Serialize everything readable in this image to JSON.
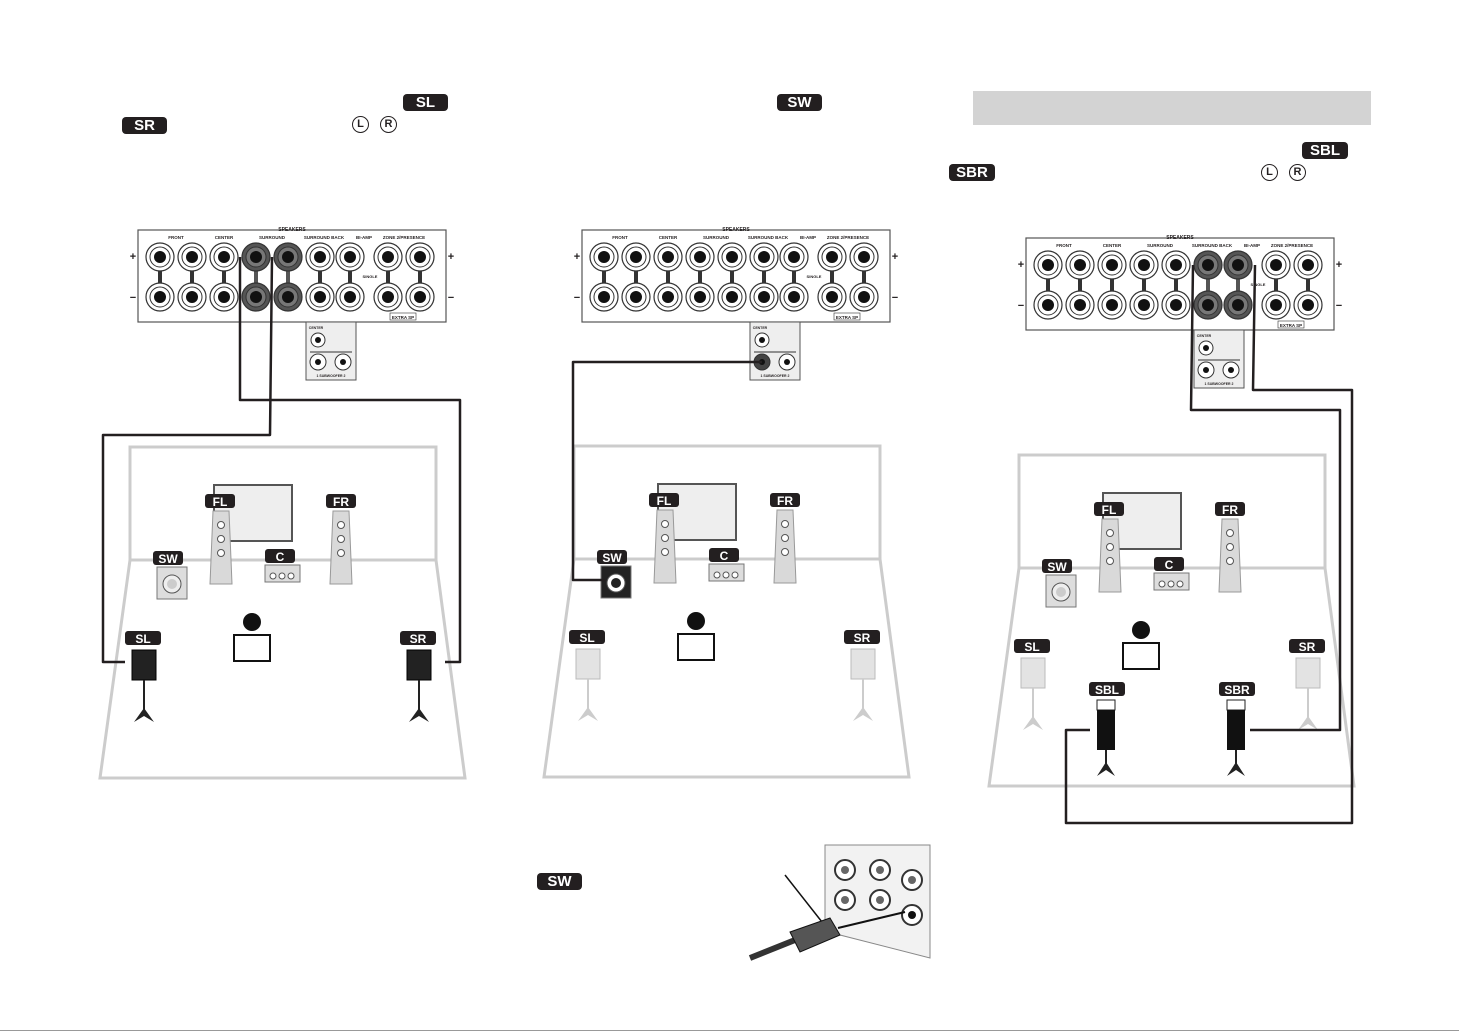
{
  "badges": {
    "sl": "SL",
    "sr": "SR",
    "sw": "SW",
    "sbl": "SBL",
    "sbr": "SBR",
    "sw_bottom": "SW",
    "left": "L",
    "right": "R"
  },
  "receiver": {
    "speakers": "SPEAKERS",
    "front": "FRONT",
    "center": "CENTER",
    "surround": "SURROUND",
    "surround_back": "SURROUND BACK",
    "bi_amp": "BI-AMP",
    "zone2": "ZONE 2/PRESENCE",
    "single": "SINGLE",
    "extra_sp": "EXTRA SP",
    "pre_center": "CENTER",
    "subwoofer": "1  SUBWOOFER  2",
    "plus": "+",
    "minus": "−"
  },
  "room": {
    "fl": "FL",
    "fr": "FR",
    "c": "C",
    "sw": "SW",
    "sl": "SL",
    "sr": "SR",
    "sbl": "SBL",
    "sbr": "SBR"
  },
  "colors": {
    "badge": "#231f20",
    "active": "#1a1a1a",
    "inactive": "#d9d9d9",
    "room": "#cfcfcf"
  }
}
